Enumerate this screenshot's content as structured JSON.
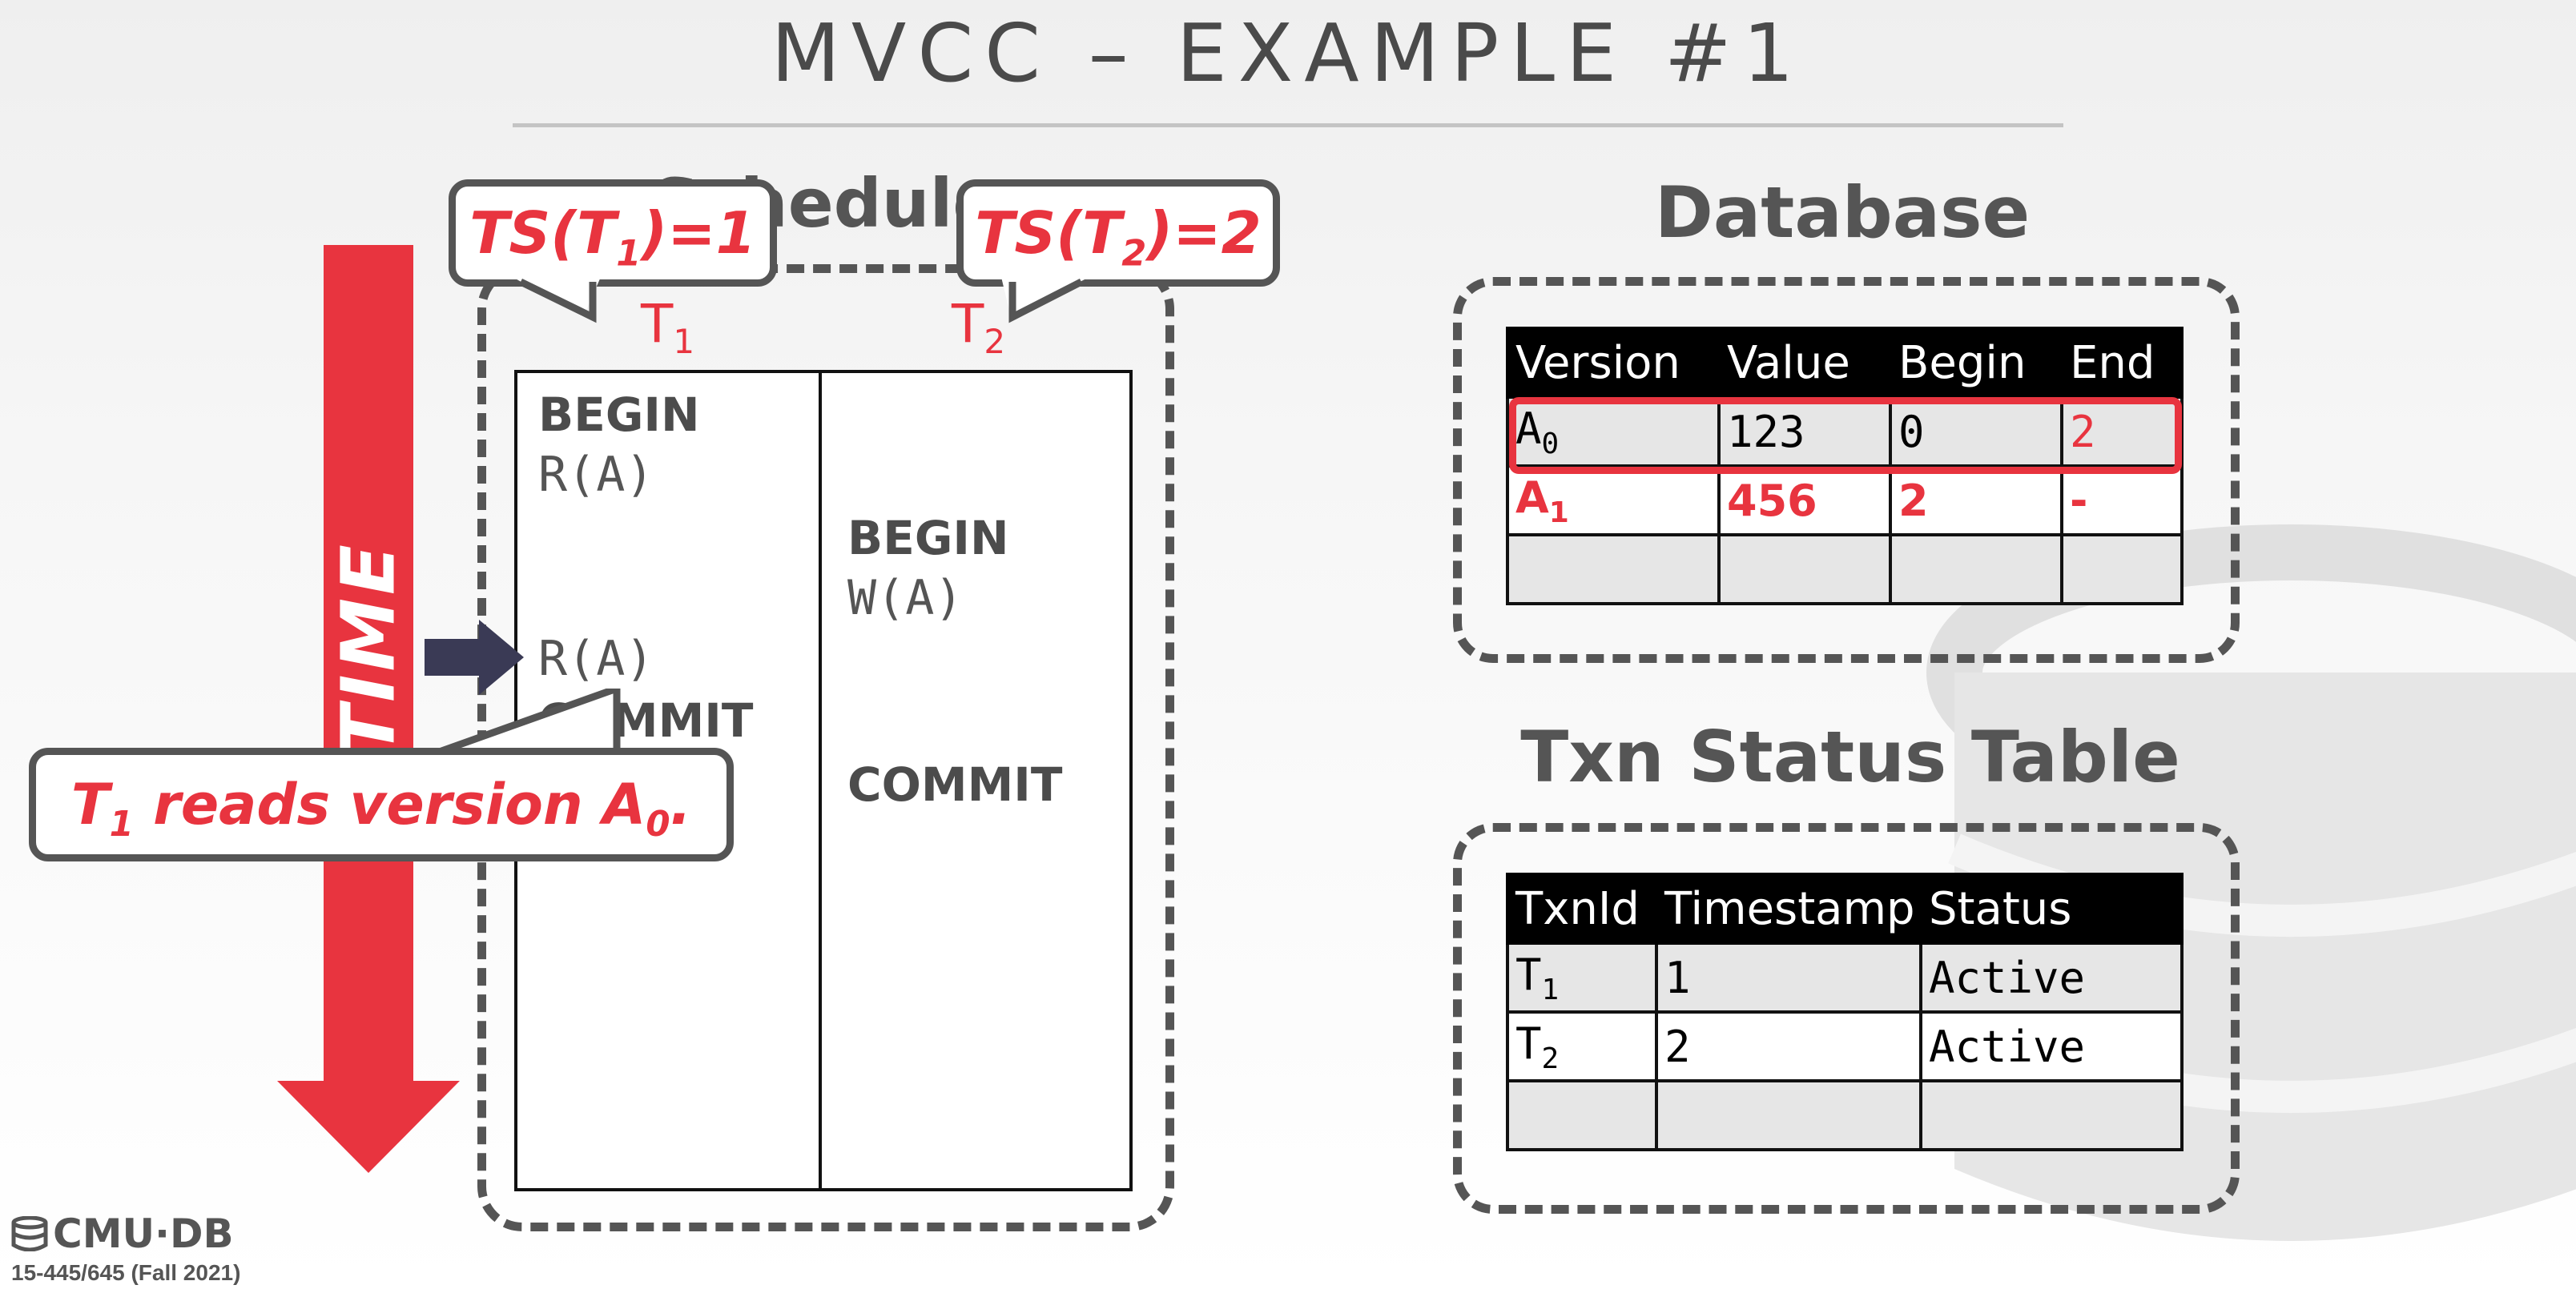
{
  "slide": {
    "title": "MVCC – EXAMPLE #1"
  },
  "time_arrow": {
    "label": "TIME"
  },
  "schedule": {
    "title": "Schedule",
    "t1": {
      "label": "T",
      "sub": "1"
    },
    "t2": {
      "label": "T",
      "sub": "2"
    },
    "t1_ops": [
      "BEGIN",
      "R(A)",
      "R(A)",
      "COMMIT"
    ],
    "t2_ops": [
      "BEGIN",
      "W(A)",
      "COMMIT"
    ]
  },
  "callouts": {
    "ts1": {
      "prefix": "TS(T",
      "sub": "1",
      "suffix": ")=1"
    },
    "ts2": {
      "prefix": "TS(T",
      "sub": "2",
      "suffix": ")=2"
    },
    "reads": {
      "p1": "T",
      "s1": "1",
      "p2": " reads version A",
      "s2": "0",
      "p3": "."
    }
  },
  "database": {
    "title": "Database",
    "columns": [
      "Version",
      "Value",
      "Begin",
      "End"
    ],
    "rows": [
      {
        "version": "A",
        "version_sub": "0",
        "value": "123",
        "begin": "0",
        "end": "2"
      },
      {
        "version": "A",
        "version_sub": "1",
        "value": "456",
        "begin": "2",
        "end": "-"
      },
      {
        "version": "",
        "version_sub": "",
        "value": "",
        "begin": "",
        "end": ""
      }
    ]
  },
  "txn_status": {
    "title": "Txn Status Table",
    "columns": [
      "TxnId",
      "Timestamp",
      "Status"
    ],
    "rows": [
      {
        "id": "T",
        "id_sub": "1",
        "timestamp": "1",
        "status": "Active"
      },
      {
        "id": "T",
        "id_sub": "2",
        "timestamp": "2",
        "status": "Active"
      },
      {
        "id": "",
        "id_sub": "",
        "timestamp": "",
        "status": ""
      }
    ]
  },
  "footer": {
    "logo_text": "CMU·DB",
    "course": "15-445/645 (Fall 2021)"
  },
  "colors": {
    "accent": "#e8343f",
    "text": "#555555",
    "arrow": "#3a3a55"
  }
}
